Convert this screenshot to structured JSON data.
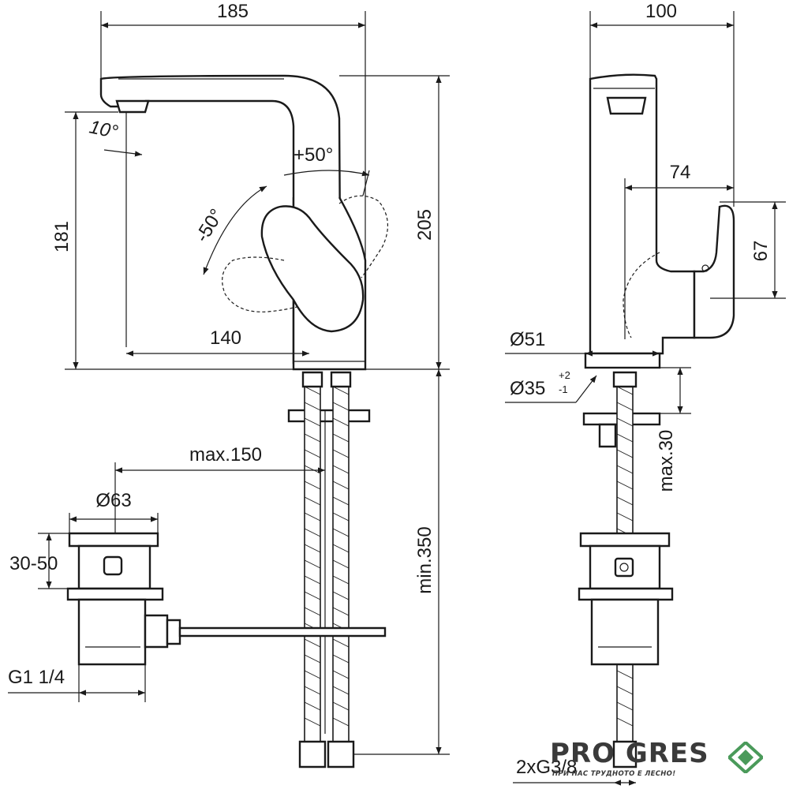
{
  "dimensions": {
    "width_185": "185",
    "width_100": "100",
    "angle_10": "10°",
    "angle_plus50": "+50°",
    "angle_minus50": "-50°",
    "height_181": "181",
    "height_205": "205",
    "depth_74": "74",
    "height_67": "67",
    "reach_140": "140",
    "dia_51": "Ø51",
    "dia_35": "Ø35",
    "tol_plus": "+2",
    "tol_minus": "-1",
    "max_150": "max.150",
    "max_30": "max.30",
    "dia_63": "Ø63",
    "range_30_50": "30-50",
    "min_350": "min.350",
    "thread_g1": "G1 1/4",
    "thread_g38": "2xG3/8"
  },
  "logo": {
    "name": "PRO GRES",
    "tagline": "ПРИ НАС ТРУДНОТО Е ЛЕСНО!",
    "mark_color": "#4a9a5a",
    "text_color": "#3a3a3a"
  }
}
